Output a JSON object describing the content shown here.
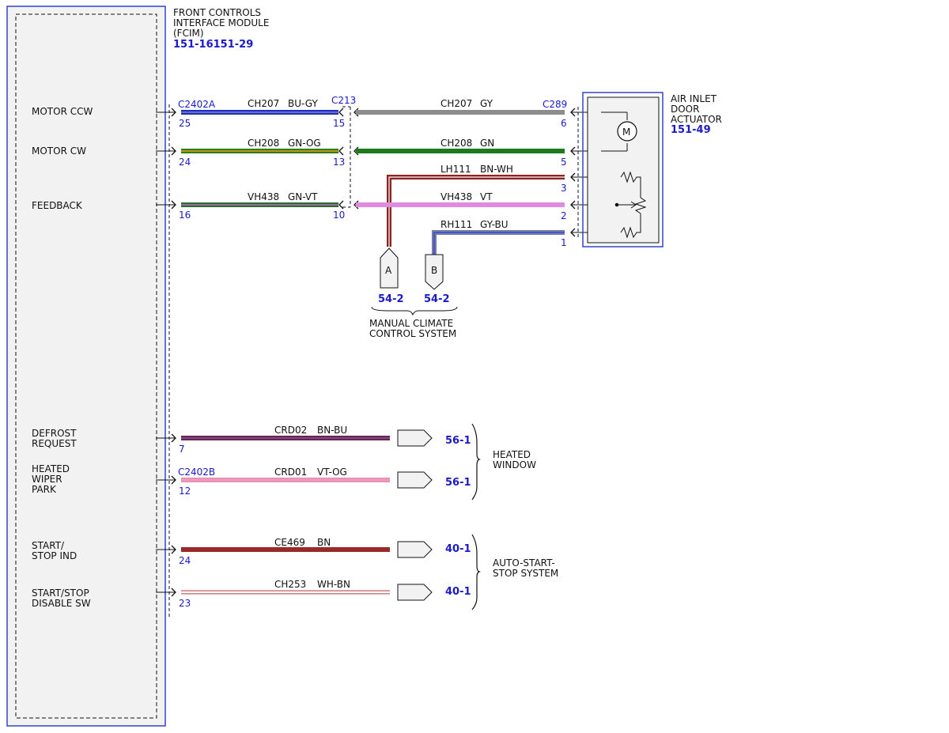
{
  "module": {
    "name_lines": [
      "FRONT CONTROLS",
      "INTERFACE MODULE",
      "(FCIM)"
    ],
    "ref": "151-16151-29",
    "signals": {
      "motor_ccw": [
        "MOTOR CCW"
      ],
      "motor_cw": [
        "MOTOR CW"
      ],
      "feedback": [
        "FEEDBACK"
      ],
      "defrost_request": [
        "DEFROST",
        "REQUEST"
      ],
      "heated_wiper_park": [
        "HEATED",
        "WIPER",
        "PARK"
      ],
      "start_stop_ind": [
        "START/",
        "STOP IND"
      ],
      "start_stop_disable_sw": [
        "START/STOP",
        "DISABLE SW"
      ]
    }
  },
  "connectors": {
    "c2402a": "C2402A",
    "c213": "C213",
    "c289": "C289",
    "c2402b": "C2402B"
  },
  "actuator": {
    "name_lines": [
      "AIR INLET",
      "DOOR",
      "ACTUATOR"
    ],
    "ref": "151-49",
    "motor_symbol": "M"
  },
  "wires": {
    "ch207_left": {
      "circuit": "CH207",
      "color": "BU-GY",
      "pin_left": "25",
      "pin_right": "15"
    },
    "ch207_right": {
      "circuit": "CH207",
      "color": "GY",
      "pin": "6"
    },
    "ch208_left": {
      "circuit": "CH208",
      "color": "GN-OG",
      "pin_left": "24",
      "pin_right": "13"
    },
    "ch208_right": {
      "circuit": "CH208",
      "color": "GN",
      "pin": "5"
    },
    "lh111": {
      "circuit": "LH111",
      "color": "BN-WH",
      "pin": "3"
    },
    "vh438_left": {
      "circuit": "VH438",
      "color": "GN-VT",
      "pin_left": "16",
      "pin_right": "10"
    },
    "vh438_right": {
      "circuit": "VH438",
      "color": "VT",
      "pin": "2"
    },
    "rh111": {
      "circuit": "RH111",
      "color": "GY-BU",
      "pin": "1"
    },
    "crd02": {
      "circuit": "CRD02",
      "color": "BN-BU",
      "pin": "7",
      "ref": "56-1"
    },
    "crd01": {
      "circuit": "CRD01",
      "color": "VT-OG",
      "pin": "12",
      "ref": "56-1"
    },
    "ce469": {
      "circuit": "CE469",
      "color": "BN",
      "pin": "24",
      "ref": "40-1"
    },
    "ch253": {
      "circuit": "CH253",
      "color": "WH-BN",
      "pin": "23",
      "ref": "40-1"
    }
  },
  "offpage": {
    "a": {
      "letter": "A",
      "ref": "54-2"
    },
    "b": {
      "letter": "B",
      "ref": "54-2"
    }
  },
  "groups": {
    "manual_climate": [
      "MANUAL CLIMATE",
      "CONTROL SYSTEM"
    ],
    "heated_window": [
      "HEATED",
      "WINDOW"
    ],
    "auto_start_stop": [
      "AUTO-START-",
      "STOP SYSTEM"
    ]
  },
  "colors": {
    "module_border": "#3344cc",
    "module_fill": "#f2f2f2",
    "link_blue": "#1a1acc"
  }
}
